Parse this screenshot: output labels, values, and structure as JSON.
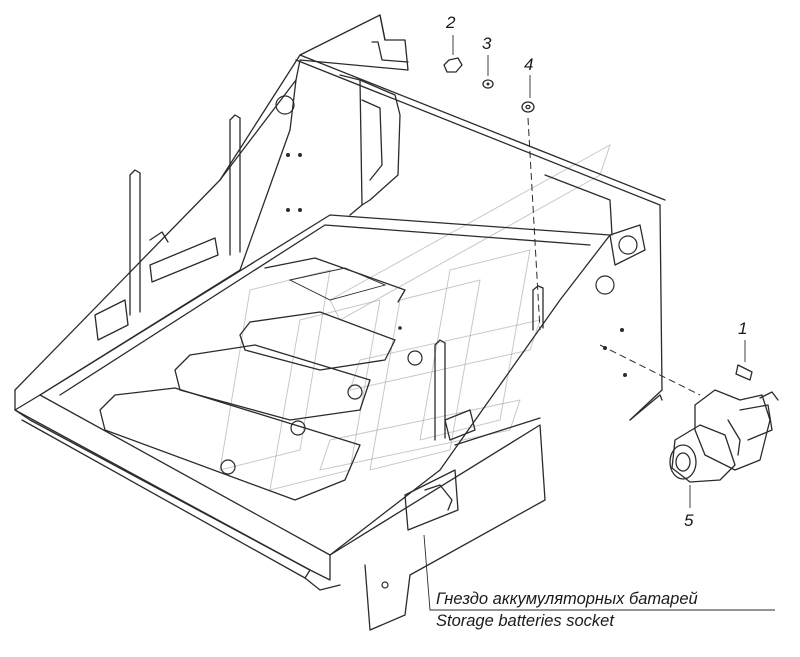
{
  "labels": {
    "part_1": "1",
    "part_2": "2",
    "part_3": "3",
    "part_4": "4",
    "part_5": "5"
  },
  "caption": {
    "russian": "Гнездо аккумуляторных батарей",
    "english": "Storage batteries socket"
  },
  "colors": {
    "line": "#2b2b2b",
    "background": "#ffffff",
    "watermark": "#9a9a9a"
  }
}
